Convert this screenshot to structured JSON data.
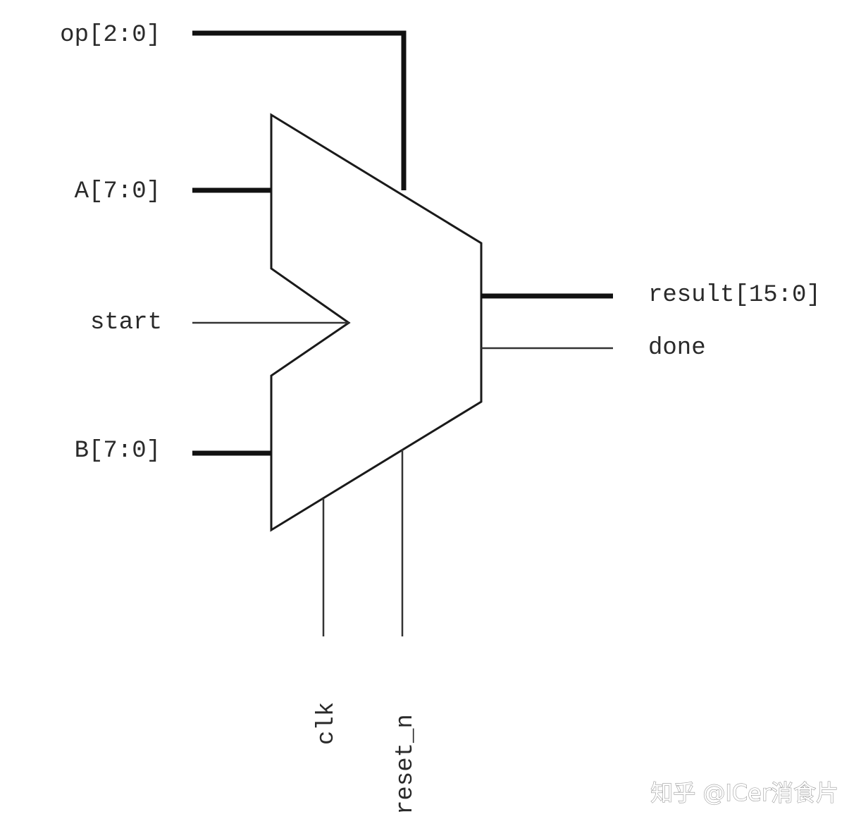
{
  "diagram": {
    "block_shape": "ALU trapezoid with notch",
    "inputs": [
      {
        "label": "op[2:0]",
        "width": "bus"
      },
      {
        "label": "A[7:0]",
        "width": "bus"
      },
      {
        "label": "start",
        "width": "single"
      },
      {
        "label": "B[7:0]",
        "width": "bus"
      }
    ],
    "outputs": [
      {
        "label": "result[15:0]",
        "width": "bus"
      },
      {
        "label": "done",
        "width": "single"
      }
    ],
    "bottom_inputs": [
      {
        "label": "clk",
        "width": "single"
      },
      {
        "label": "reset_n",
        "width": "single"
      }
    ],
    "line_color": "#1a1a1a"
  },
  "watermark": "知乎 @ICer消食片"
}
